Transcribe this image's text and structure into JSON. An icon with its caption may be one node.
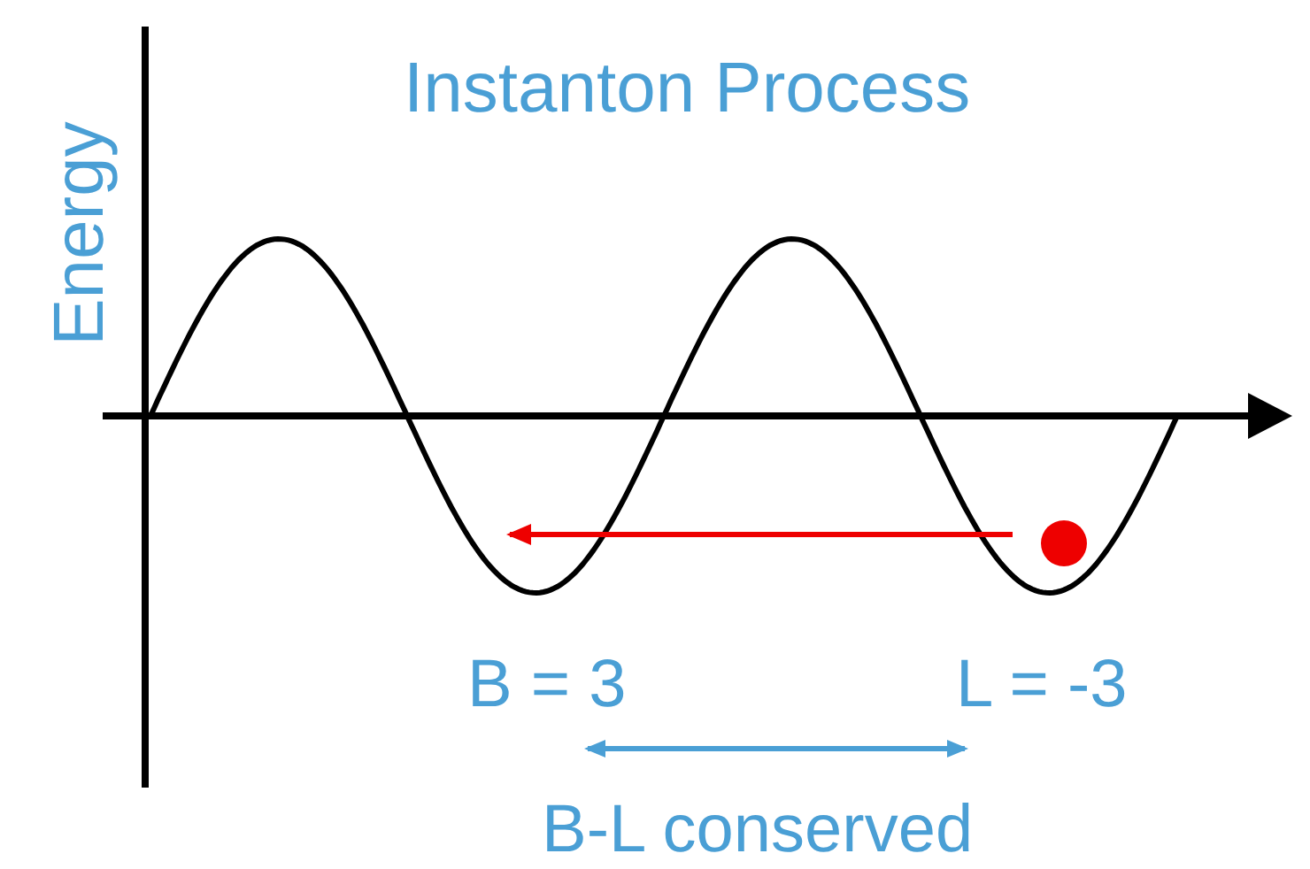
{
  "diagram": {
    "title": "Instanton Process",
    "labels": [
      "Energy",
      "B = 3",
      "L = -3",
      "B-L conserved"
    ]
  }
}
